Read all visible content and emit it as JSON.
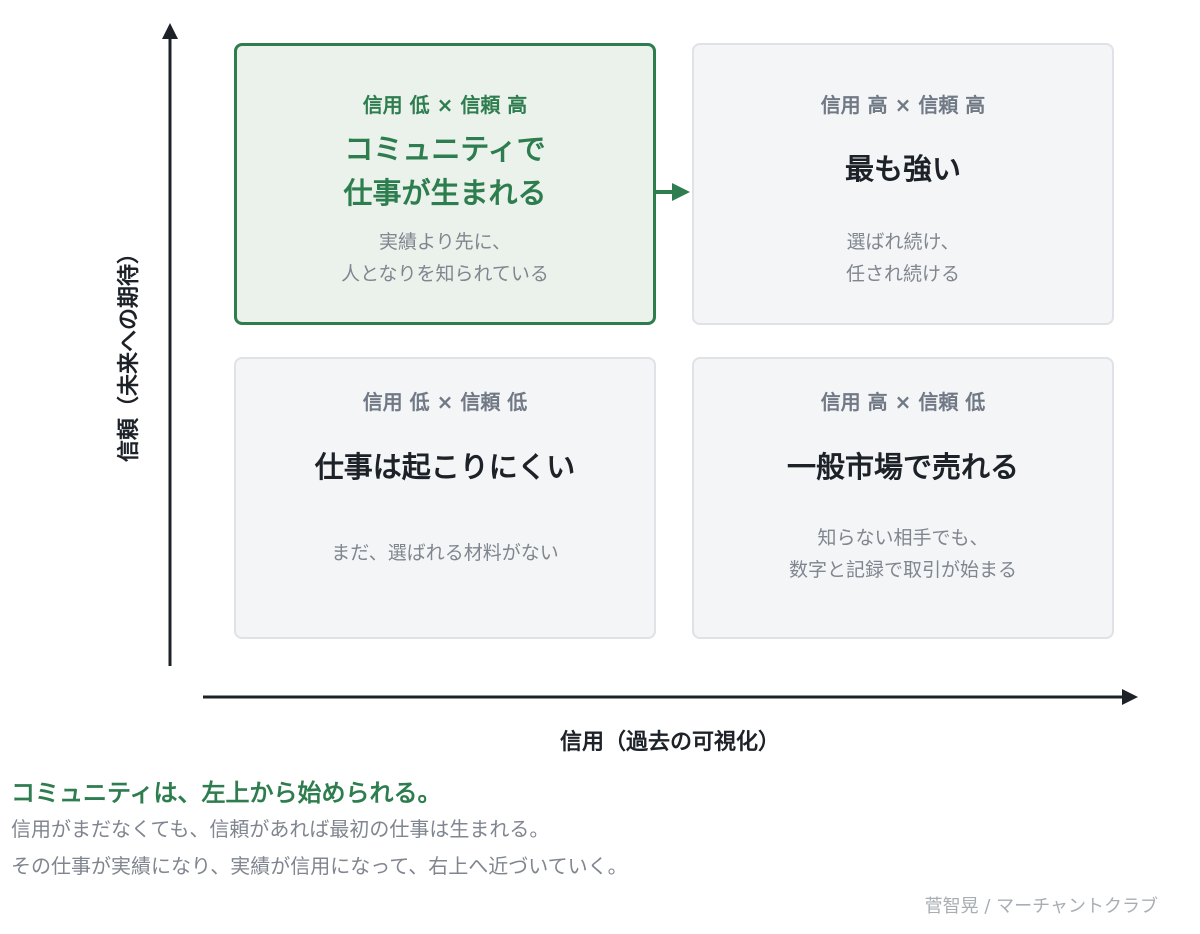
{
  "axes": {
    "y_label": "信頼（未来への期待）",
    "x_label": "信用（過去の可視化）"
  },
  "quadrants": {
    "top_left": {
      "label": "信用 低 × 信頼 高",
      "title": "コミュニティで\n仕事が生まれる",
      "description": "実績より先に、\n人となりを知られている",
      "highlighted": true
    },
    "top_right": {
      "label": "信用 高 × 信頼 高",
      "title": "最も強い",
      "description": "選ばれ続け、\n任され続ける"
    },
    "bottom_left": {
      "label": "信用 低 × 信頼 低",
      "title": "仕事は起こりにくい",
      "description": "まだ、選ばれる材料がない"
    },
    "bottom_right": {
      "label": "信用 高 × 信頼 低",
      "title": "一般市場で売れる",
      "description": "知らない相手でも、\n数字と記録で取引が始まる"
    }
  },
  "footer": {
    "conclusion": "コミュニティは、左上から始められる。",
    "line1": "信用がまだなくても、信頼があれば最初の仕事は生まれる。",
    "line2": "その仕事が実績になり、実績が信用になって、右上へ近づいていく。",
    "credit": "菅智晃 / マーチャントクラブ"
  },
  "colors": {
    "accent_green": "#2e7d4f",
    "highlight_fill": "#ebf2ec",
    "card_fill": "#f4f5f7",
    "card_border": "#dfe2e6",
    "axis": "#1d2229",
    "muted_text": "#80868f"
  }
}
